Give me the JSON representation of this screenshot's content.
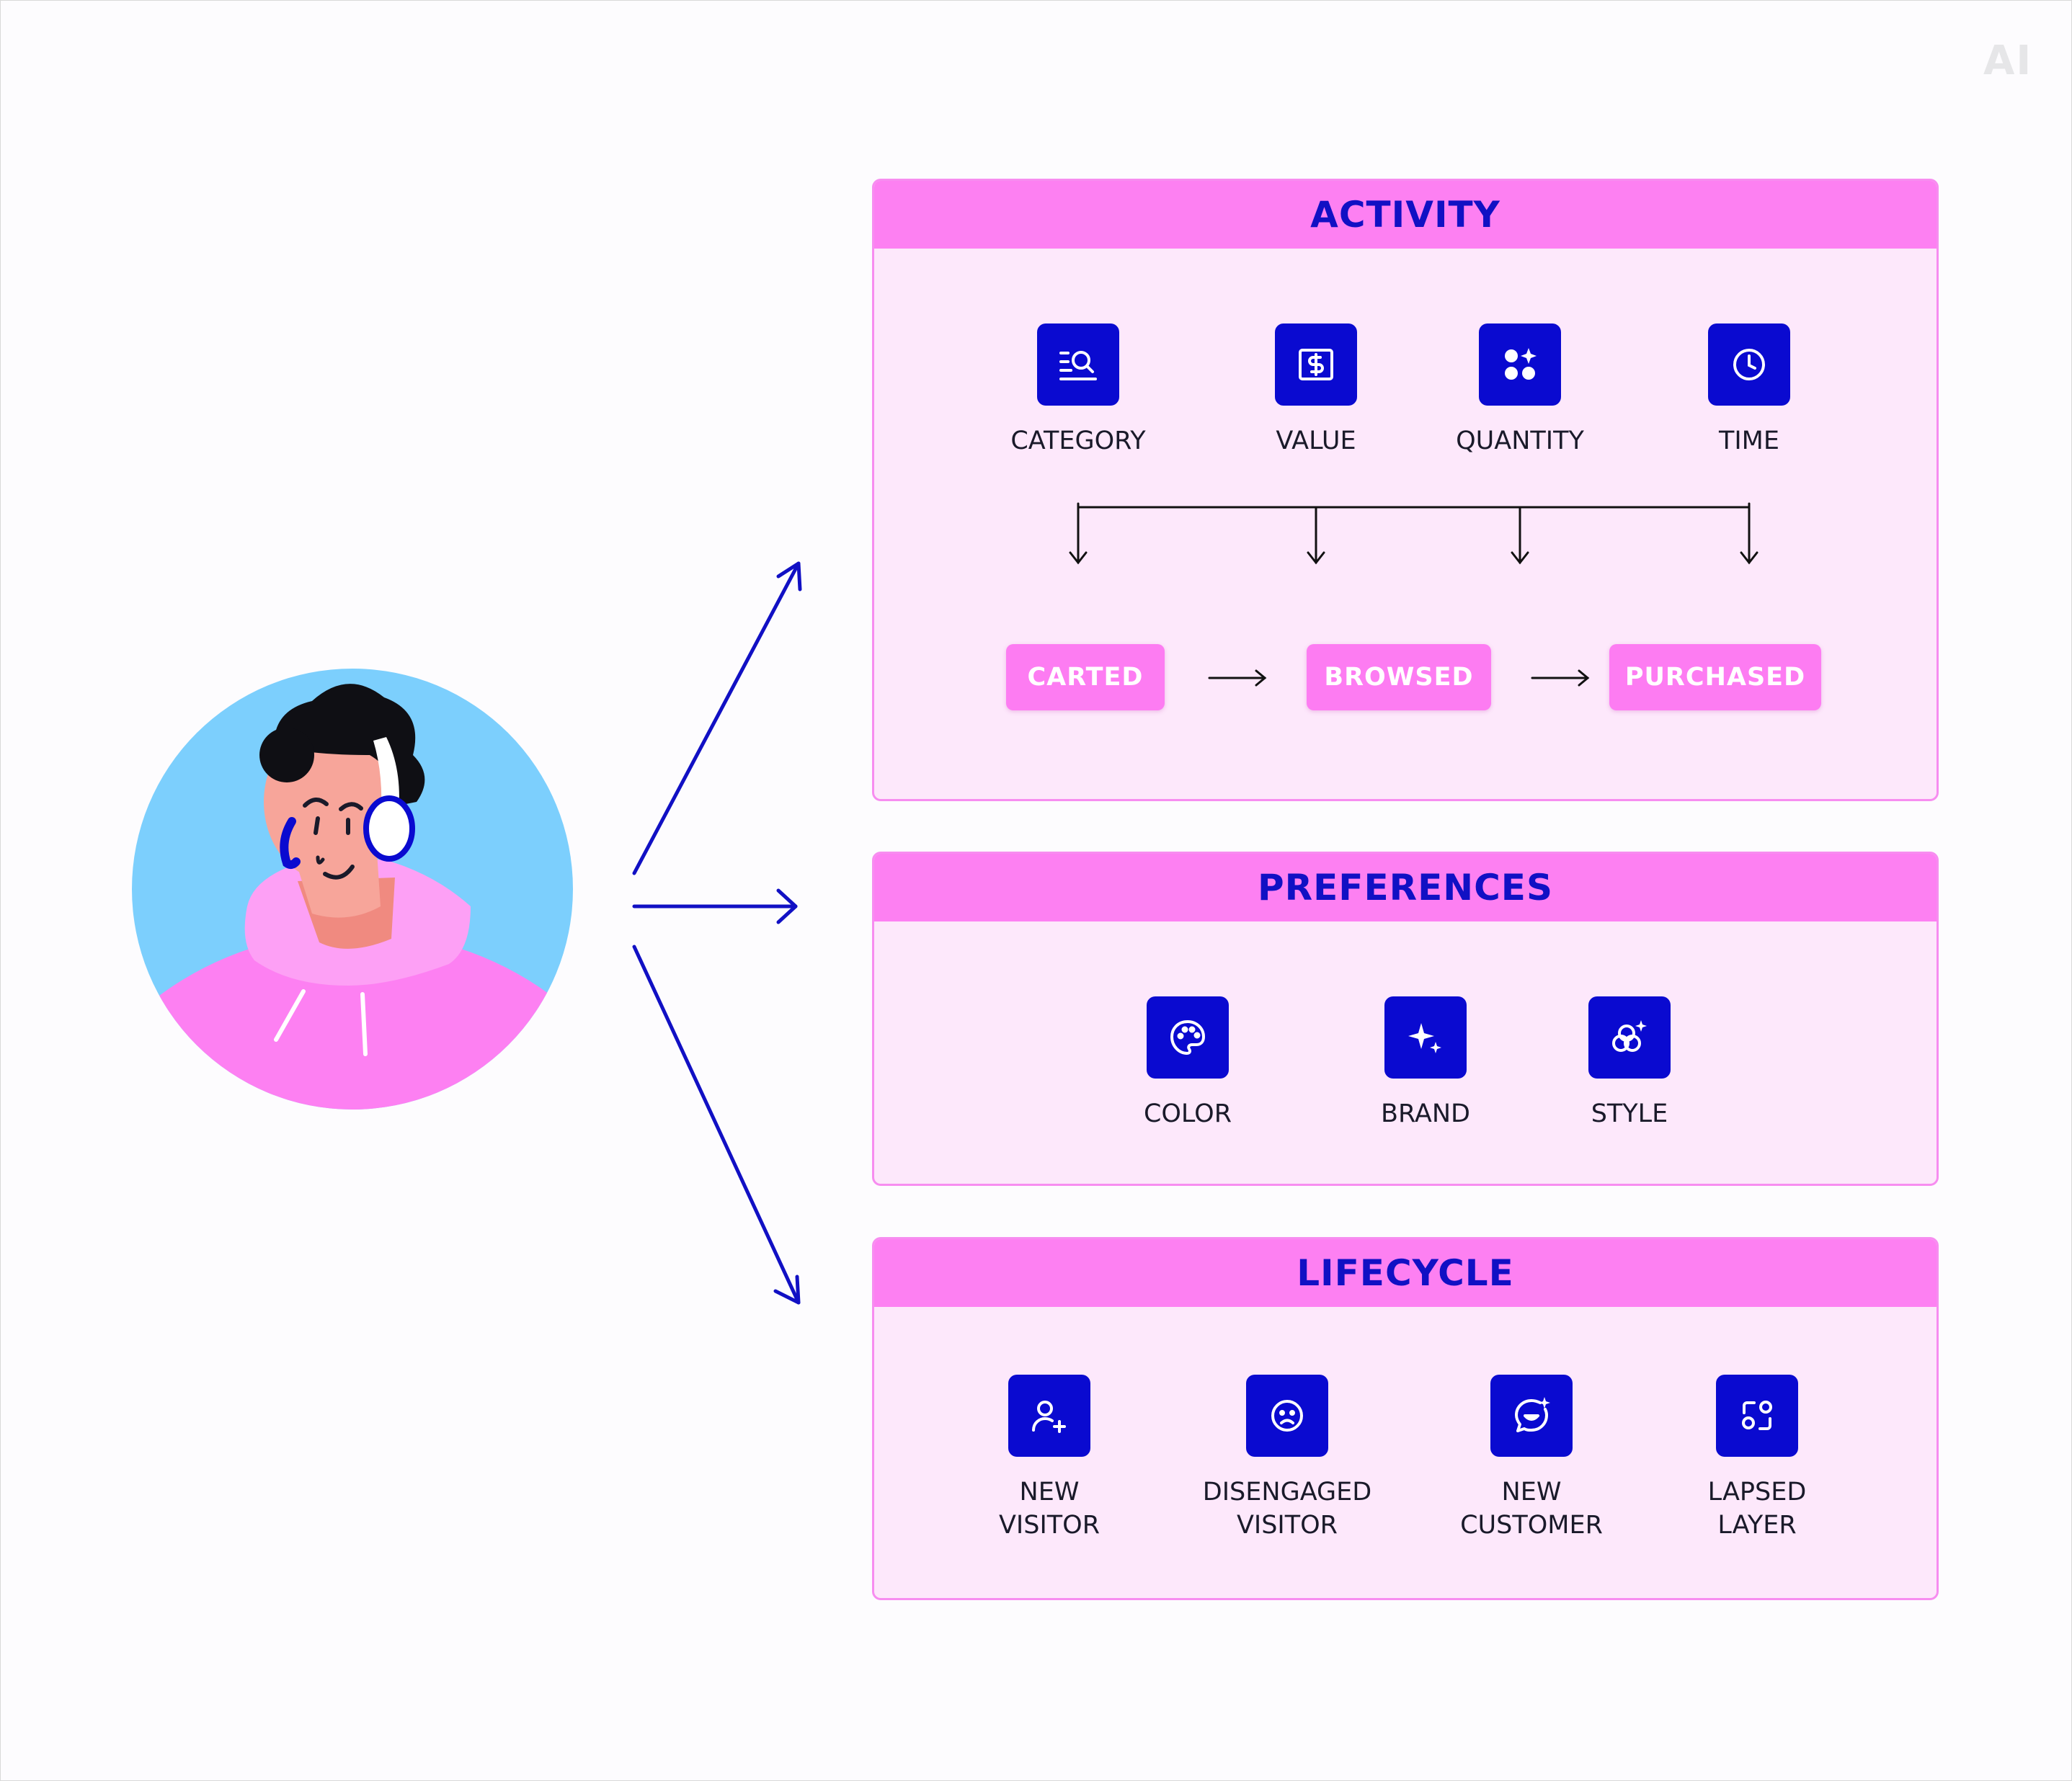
{
  "watermark": "AI",
  "activity": {
    "title": "ACTIVITY",
    "items": [
      {
        "label": "CATEGORY",
        "icon": "category-search-icon"
      },
      {
        "label": "VALUE",
        "icon": "dollar-bill-icon"
      },
      {
        "label": "QUANTITY",
        "icon": "shapes-grid-icon"
      },
      {
        "label": "TIME",
        "icon": "clock-icon"
      }
    ],
    "stages": [
      "CARTED",
      "BROWSED",
      "PURCHASED"
    ]
  },
  "preferences": {
    "title": "PREFERENCES",
    "items": [
      {
        "label": "COLOR",
        "icon": "palette-icon"
      },
      {
        "label": "BRAND",
        "icon": "sparkle-icon"
      },
      {
        "label": "STYLE",
        "icon": "style-circles-icon"
      }
    ]
  },
  "lifecycle": {
    "title": "LIFECYCLE",
    "items": [
      {
        "label": "NEW\nVISITOR",
        "icon": "user-plus-icon"
      },
      {
        "label": "DISENGAGED\nVISITOR",
        "icon": "sad-face-icon"
      },
      {
        "label": "NEW\nCUSTOMER",
        "icon": "chat-smile-icon"
      },
      {
        "label": "LAPSED\nLAYER",
        "icon": "scatter-icon"
      }
    ]
  },
  "colors": {
    "accent_blue": "#0a0ad0",
    "header_pink": "#fd80f2",
    "panel_fill": "#fde8fb",
    "avatar_bg": "#7ccffd"
  }
}
